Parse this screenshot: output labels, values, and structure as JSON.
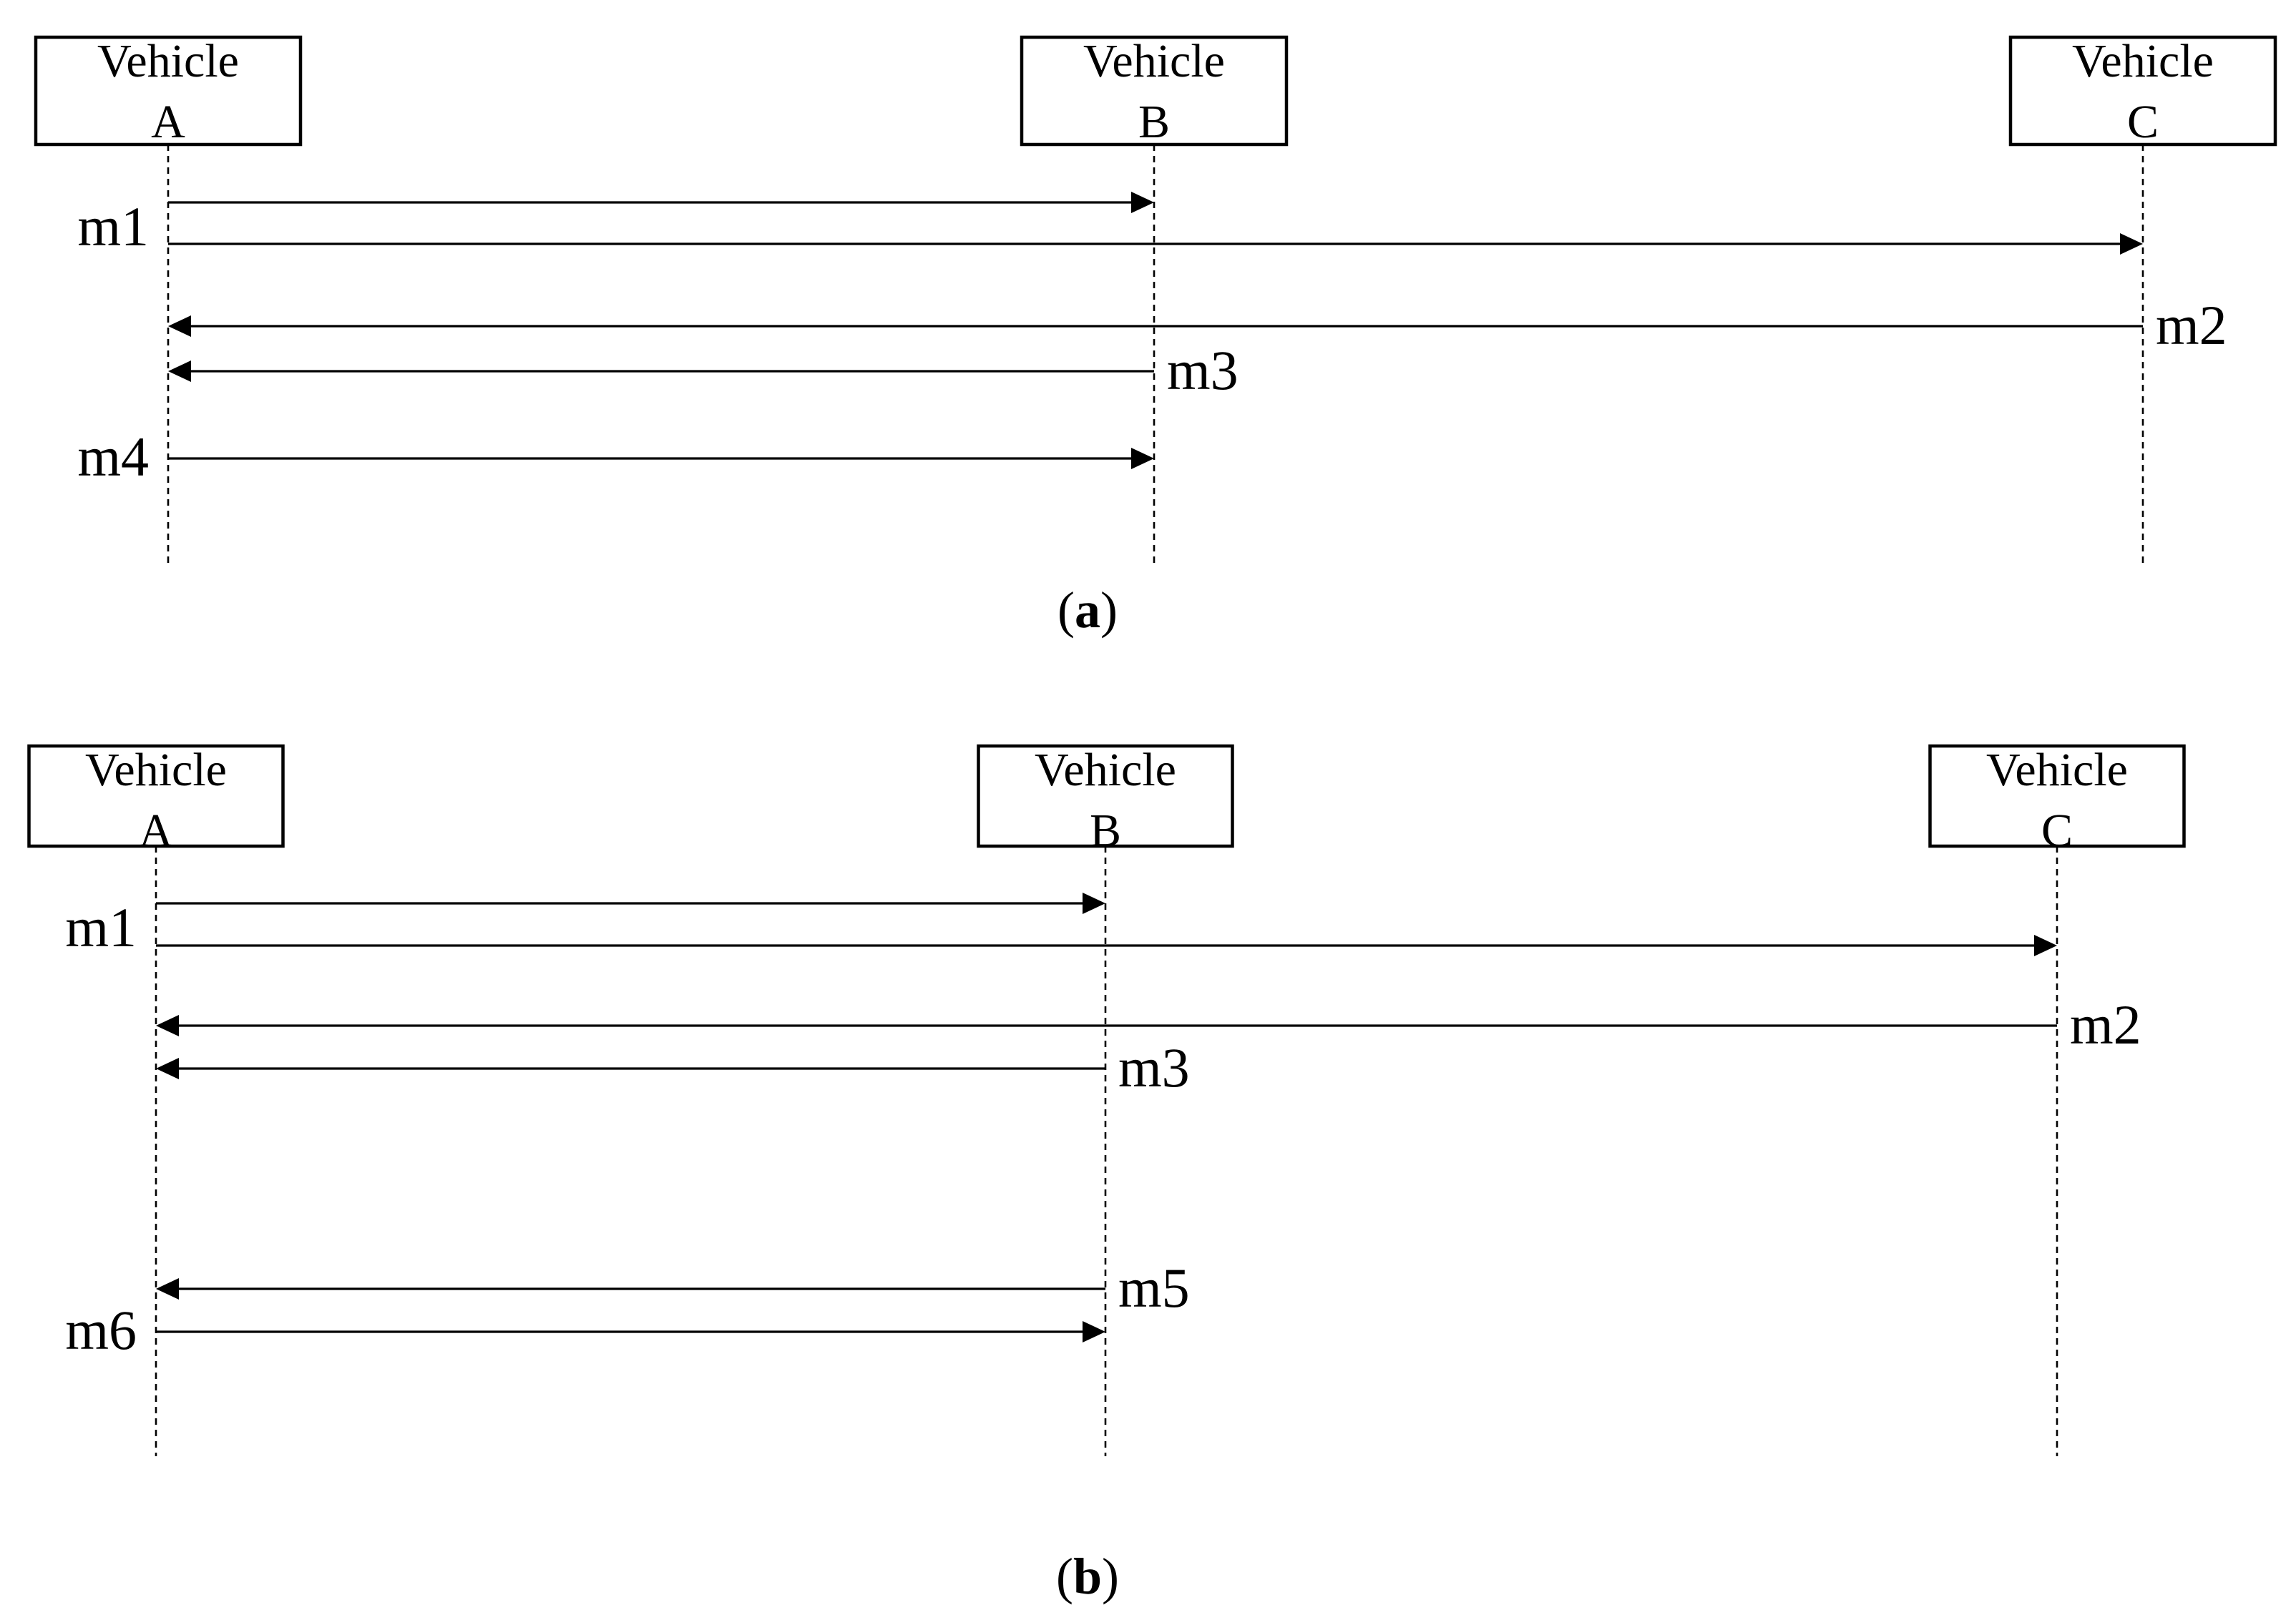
{
  "panels": [
    {
      "id": "a",
      "caption_open": "(",
      "caption_letter": "a",
      "caption_close": ")",
      "actors": [
        {
          "id": "A",
          "line1": "Vehicle",
          "line2": "A"
        },
        {
          "id": "B",
          "line1": "Vehicle",
          "line2": "B"
        },
        {
          "id": "C",
          "line1": "Vehicle",
          "line2": "C"
        }
      ],
      "messages": [
        {
          "label": "m1",
          "from": "A",
          "to": "B"
        },
        {
          "label": "",
          "from": "A",
          "to": "C"
        },
        {
          "label": "m2",
          "from": "C",
          "to": "A"
        },
        {
          "label": "m3",
          "from": "B",
          "to": "A"
        },
        {
          "label": "m4",
          "from": "A",
          "to": "B"
        }
      ]
    },
    {
      "id": "b",
      "caption_open": "(",
      "caption_letter": "b",
      "caption_close": ")",
      "actors": [
        {
          "id": "A",
          "line1": "Vehicle",
          "line2": "A"
        },
        {
          "id": "B",
          "line1": "Vehicle",
          "line2": "B"
        },
        {
          "id": "C",
          "line1": "Vehicle",
          "line2": "C"
        }
      ],
      "messages": [
        {
          "label": "m1",
          "from": "A",
          "to": "B"
        },
        {
          "label": "",
          "from": "A",
          "to": "C"
        },
        {
          "label": "m2",
          "from": "C",
          "to": "A"
        },
        {
          "label": "m3",
          "from": "B",
          "to": "A"
        },
        {
          "label": "m5",
          "from": "B",
          "to": "A"
        },
        {
          "label": "m6",
          "from": "A",
          "to": "B"
        }
      ]
    }
  ]
}
